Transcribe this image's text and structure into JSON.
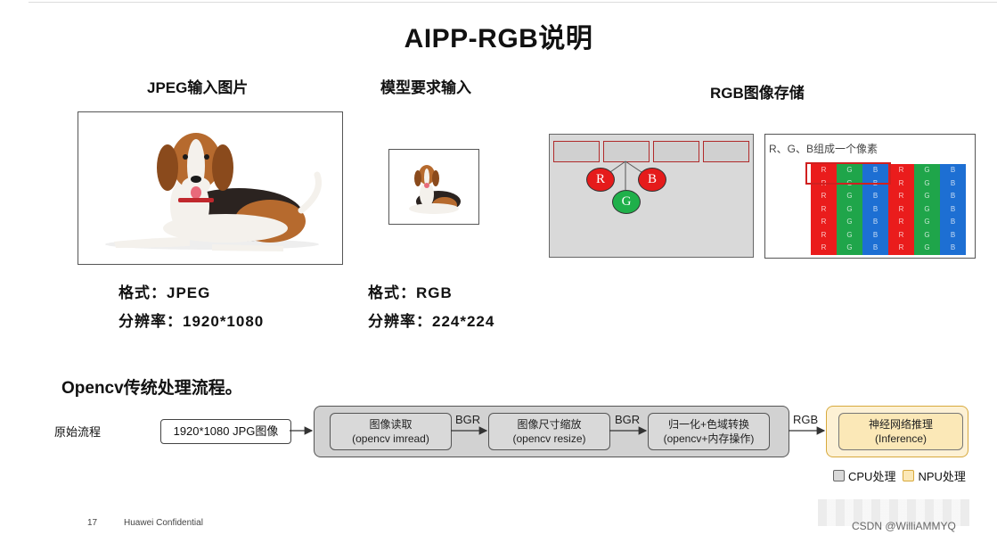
{
  "title": "AIPP-RGB说明",
  "sections": {
    "jpeg_input": "JPEG输入图片",
    "model_input": "模型要求输入",
    "rgb_storage": "RGB图像存储"
  },
  "jpeg_specs": {
    "format": "格式：JPEG",
    "resolution": "分辨率：1920*1080"
  },
  "model_specs": {
    "format": "格式：RGB",
    "resolution": "分辨率：224*224"
  },
  "rgb_diagram": {
    "letters": [
      "R",
      "B",
      "G"
    ],
    "pixel_caption": "R、G、B组成一个像素",
    "channel_colors": {
      "R": "#ea1c1c",
      "G": "#1fa54a",
      "B": "#1d6fd3"
    },
    "grid_letters": [
      "R",
      "G",
      "B",
      "R",
      "G",
      "B"
    ],
    "rows": 7
  },
  "opencv": {
    "heading": "Opencv传统处理流程。",
    "row_label": "原始流程",
    "source": "1920*1080 JPG图像",
    "steps": [
      {
        "line1": "图像读取",
        "line2": "(opencv imread)"
      },
      {
        "line1": "图像尺寸缩放",
        "line2": "(opencv resize)"
      },
      {
        "line1": "归一化+色域转换",
        "line2": "(opencv+内存操作)"
      }
    ],
    "edge_labels": [
      "BGR",
      "BGR",
      "RGB"
    ],
    "final": {
      "line1": "神经网络推理",
      "line2": "(Inference)"
    }
  },
  "legend": {
    "cpu": "CPU处理",
    "npu": "NPU处理",
    "cpu_color": "#d9d9d9",
    "npu_color": "#fbe8b7"
  },
  "footer": {
    "page": "17",
    "confidential": "Huawei Confidential",
    "watermark": "CSDN @WilliAMMYQ"
  }
}
